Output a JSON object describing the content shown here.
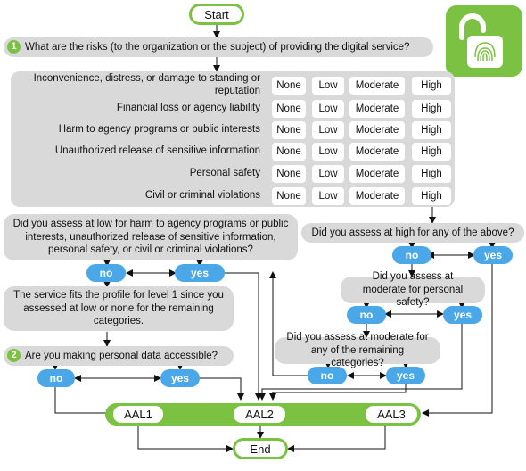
{
  "start_label": "Start",
  "end_label": "End",
  "q1": {
    "number": "1",
    "text": "What are the risks (to the organization or the subject) of providing the digital service?"
  },
  "risk_options": [
    "None",
    "Low",
    "Moderate",
    "High"
  ],
  "risks": [
    "Inconvenience, distress, or damage to standing or reputation",
    "Financial loss or agency liability",
    "Harm to agency programs or public interests",
    "Unauthorized release of sensitive information",
    "Personal safety",
    "Civil or criminal violations"
  ],
  "q_low": "Did you assess at low for harm to agency programs or public interests, unauthorized release of sensitive information, personal safety, or civil or criminal violations?",
  "q_high": "Did you assess at high for any of the above?",
  "q_mod_safety": "Did you assess at moderate for personal safety?",
  "q_mod_remaining": "Did you assess at moderate for any of the remaining categories?",
  "level1_text": "The service fits the profile for level 1 since you assessed at low or none for the remaining categories.",
  "q2": {
    "number": "2",
    "text": "Are you making personal data accessible?"
  },
  "answers": {
    "no": "no",
    "yes": "yes"
  },
  "outcomes": [
    "AAL1",
    "AAL2",
    "AAL3"
  ],
  "icon": "unlocked-padlock-fingerprint-icon",
  "colors": {
    "accent": "#7cc242",
    "pill": "#4aa8e8",
    "box": "#d9d9d9"
  }
}
